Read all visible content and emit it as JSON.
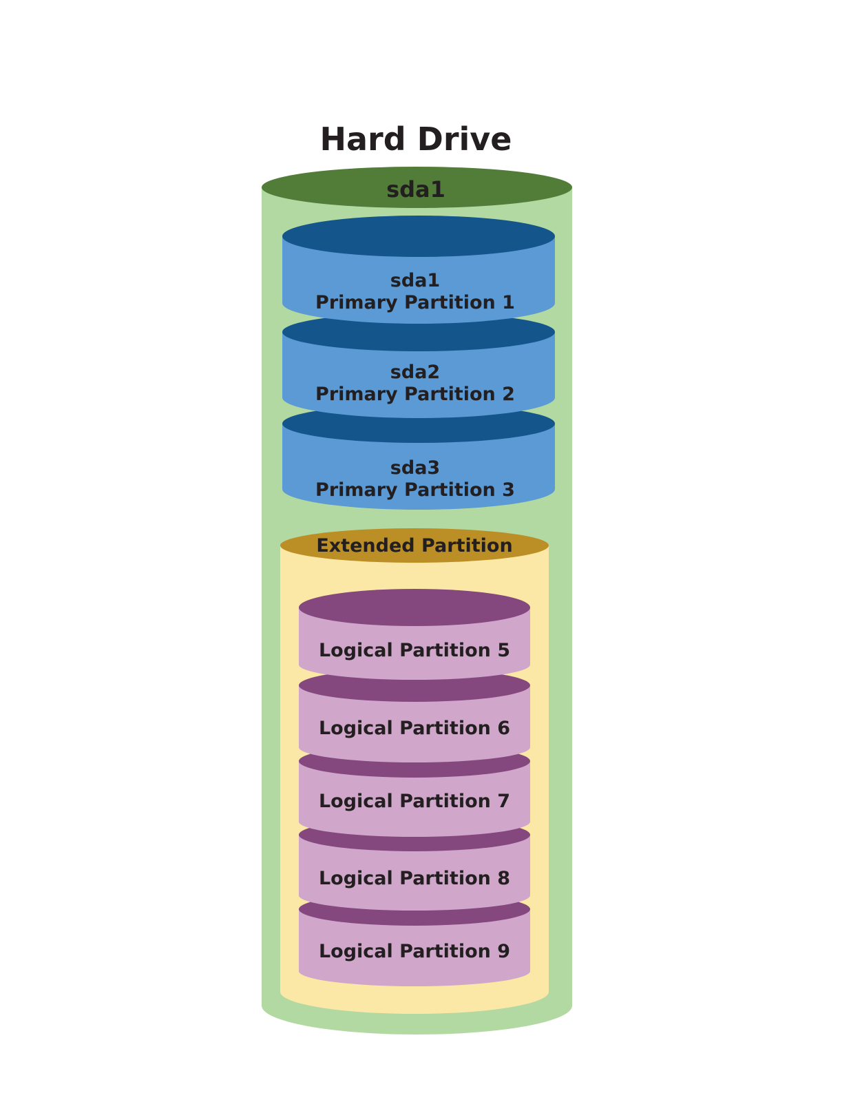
{
  "diagram": {
    "title": "Hard Drive",
    "drive": {
      "label": "sda1",
      "colors": {
        "top": "#527d39",
        "body": "#b3d9a2"
      }
    },
    "primary_partitions": [
      {
        "device": "sda1",
        "name": "Primary Partition 1"
      },
      {
        "device": "sda2",
        "name": "Primary Partition 2"
      },
      {
        "device": "sda3",
        "name": "Primary Partition 3"
      }
    ],
    "primary_colors": {
      "top": "#14568b",
      "body": "#5b9ad4"
    },
    "extended_partition": {
      "label": "Extended Partition",
      "colors": {
        "top": "#bb8f25",
        "body": "#fce8a6"
      }
    },
    "logical_partitions": [
      {
        "name": "Logical Partition 5"
      },
      {
        "name": "Logical Partition 6"
      },
      {
        "name": "Logical Partition 7"
      },
      {
        "name": "Logical Partition 8"
      },
      {
        "name": "Logical Partition 9"
      }
    ],
    "logical_colors": {
      "top": "#84487e",
      "body": "#d0a6cb"
    }
  }
}
